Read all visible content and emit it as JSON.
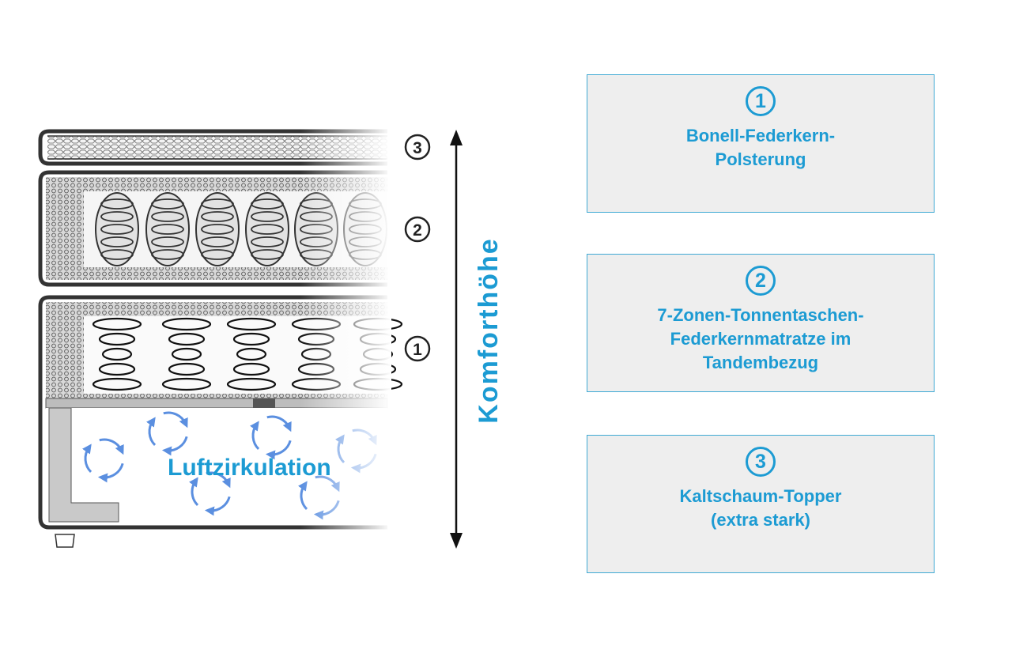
{
  "diagram": {
    "markers": [
      "3",
      "2",
      "1"
    ],
    "air_label": "Luftzirkulation",
    "height_label": "Komforthöhe"
  },
  "legend": [
    {
      "number": "1",
      "lines": [
        "Bonell-Federkern-",
        "Polsterung"
      ]
    },
    {
      "number": "2",
      "lines": [
        "7-Zonen-Tonnentaschen-",
        "Federkernmatratze im",
        "Tandembezug"
      ]
    },
    {
      "number": "3",
      "lines": [
        "Kaltschaum-Topper",
        "(extra stark)"
      ]
    }
  ],
  "colors": {
    "accent": "#1c9bd3",
    "air_arrows": "#5b8fe0",
    "frame": "#3a3a3a",
    "box_bg": "#eeeeee"
  }
}
